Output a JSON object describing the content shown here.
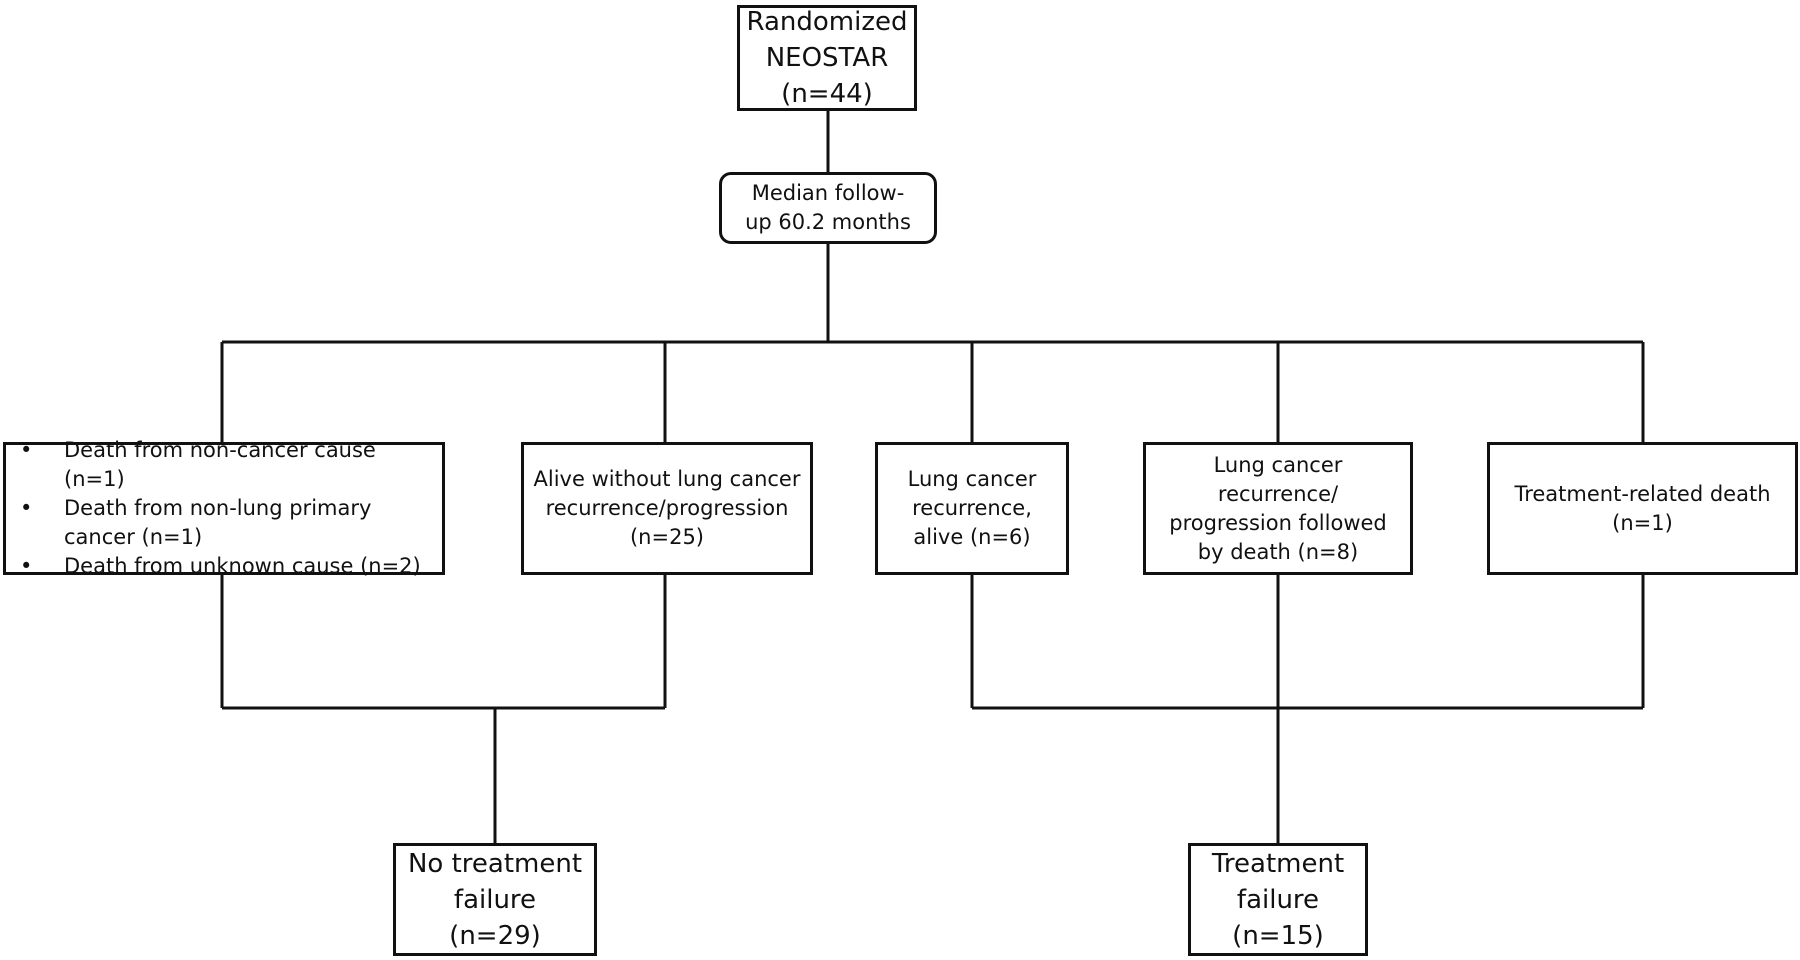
{
  "top": {
    "lines": [
      "Randomized",
      "NEOSTAR",
      "(n=44)"
    ]
  },
  "followup": {
    "lines": [
      "Median follow-",
      "up 60.2 months"
    ]
  },
  "outcomes": {
    "deaths_list": {
      "items": [
        {
          "lines": [
            "Death from non-cancer cause (n=1)"
          ]
        },
        {
          "lines": [
            "Death from non-lung primary",
            "cancer (n=1)"
          ]
        },
        {
          "lines": [
            "Death from unknown cause (n=2)"
          ]
        }
      ]
    },
    "alive_no_recurrence": {
      "lines": [
        "Alive without lung cancer",
        "recurrence/progression",
        "(n=25)"
      ]
    },
    "recurrence_alive": {
      "lines": [
        "Lung cancer",
        "recurrence,",
        "alive (n=6)"
      ]
    },
    "recurrence_death": {
      "lines": [
        "Lung cancer",
        "recurrence/",
        "progression followed",
        "by death (n=8)"
      ]
    },
    "treatment_death": {
      "lines": [
        "Treatment-related death",
        "(n=1)"
      ]
    }
  },
  "results": {
    "no_failure": {
      "lines": [
        "No treatment",
        "failure",
        "(n=29)"
      ]
    },
    "failure": {
      "lines": [
        "Treatment",
        "failure",
        "(n=15)"
      ]
    }
  }
}
